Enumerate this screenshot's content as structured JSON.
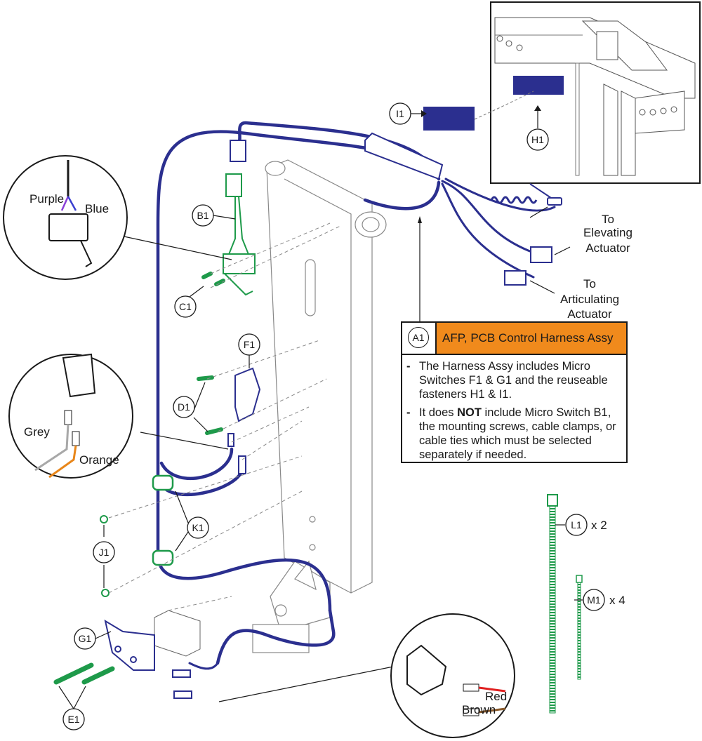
{
  "callouts": {
    "a1": "A1",
    "b1": "B1",
    "c1": "C1",
    "d1": "D1",
    "e1": "E1",
    "f1": "F1",
    "g1": "G1",
    "h1": "H1",
    "i1": "I1",
    "j1": "J1",
    "k1": "K1",
    "l1": "L1",
    "m1": "M1"
  },
  "quantities": {
    "l1": "x 2",
    "m1": "x 4"
  },
  "wire_labels": {
    "purple": "Purple",
    "blue": "Blue",
    "grey": "Grey",
    "orange": "Orange",
    "red": "Red",
    "brown": "Brown"
  },
  "destinations": {
    "elevating": [
      "To",
      "Elevating",
      "Actuator"
    ],
    "articulating": [
      "To",
      "Articulating",
      "Actuator"
    ]
  },
  "harness_box": {
    "title": "AFP, PCB Control Harness Assy",
    "note1": "The Harness Assy includes Micro Switches F1 & G1 and the reuseable fasteners H1 & I1.",
    "note2_prefix": "It does ",
    "note2_bold": "NOT",
    "note2_suffix": " include Micro Switch B1, the mounting screws, cable clamps, or cable ties which must be selected separately if needed."
  },
  "colors": {
    "harness_blue": "#2b2f8f",
    "switch_green": "#1e9a4a",
    "title_orange": "#f08a1c",
    "outline": "#1a1a1a",
    "wire_purple": "#8a3fd8",
    "wire_blue": "#3b3fd0",
    "wire_grey": "#a8a8a8",
    "wire_orange": "#e8861a",
    "wire_red": "#e02020",
    "wire_brown": "#8a5a2b"
  }
}
